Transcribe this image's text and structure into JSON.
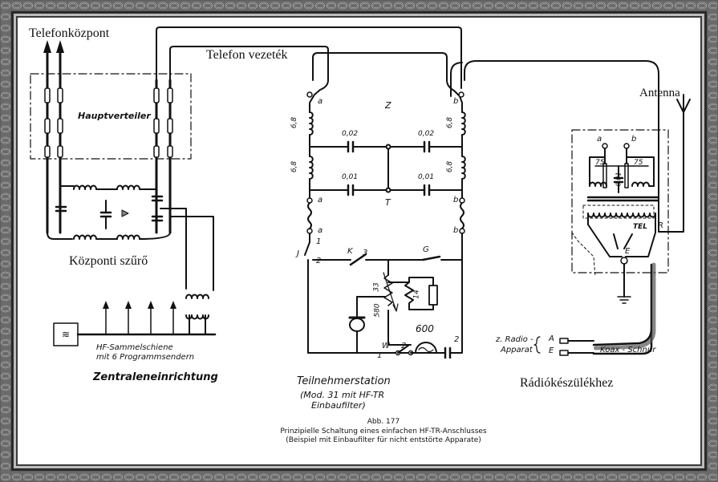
{
  "labels": {
    "telefonkozpont": "Telefonközpont",
    "telefon_vezetek": "Telefon vezeték",
    "antenna": "Antenna",
    "kozponti_szuro": "Központi szűrő",
    "radiokeszulekhez": "Rádiókészülékhez",
    "hauptverteiler": "Hauptverteiler",
    "hf_sammelschiene_1": "HF-Sammelschiene",
    "hf_sammelschiene_2": "mit 6 Programmsendern",
    "zentraleneinrichtung": "Zentraleneinrichtung",
    "teilnehmerstation_1": "Teilnehmerstation",
    "teilnehmerstation_2": "(Mod. 31 mit HF-TR",
    "teilnehmerstation_3": "Einbaufilter)",
    "z_radio_1": "z. Radio -",
    "z_radio_2": "Apparat",
    "koax_schnur": "Koax - Schnur"
  },
  "component_labels": {
    "a_top": "a",
    "b_top": "b",
    "z": "Z",
    "t": "T",
    "a_mid": "a",
    "b_mid": "b",
    "a_low": "a",
    "b_low": "b",
    "ind_68_1": "6,8",
    "ind_68_2": "6,8",
    "ind_68_3": "6,8",
    "ind_68_4": "6,8",
    "cap_002_l": "0,02",
    "cap_002_r": "0,02",
    "cap_001_l": "0,01",
    "cap_001_r": "0,01",
    "j": "J",
    "one": "1",
    "two": "2",
    "k": "K",
    "three": "3",
    "g": "G",
    "r33": "33",
    "r14": "14",
    "r580": "580",
    "r600": "600",
    "w": "W",
    "w_one": "1",
    "w_two": "2",
    "cap2": "2",
    "ant_a": "a",
    "ant_b": "b",
    "r75_l": "75",
    "r75_r": "75",
    "cap_001_ant": "0,01",
    "tel": "TEL",
    "r": "R",
    "e": "E",
    "plug_a": "A",
    "plug_e": "E"
  },
  "caption": {
    "line1": "Abb. 177",
    "line2": "Prinzipielle Schaltung eines einfachen HF-TR-Anschlusses",
    "line3": "(Beispiel mit Einbaufilter für nicht entstörte Apparate)"
  }
}
